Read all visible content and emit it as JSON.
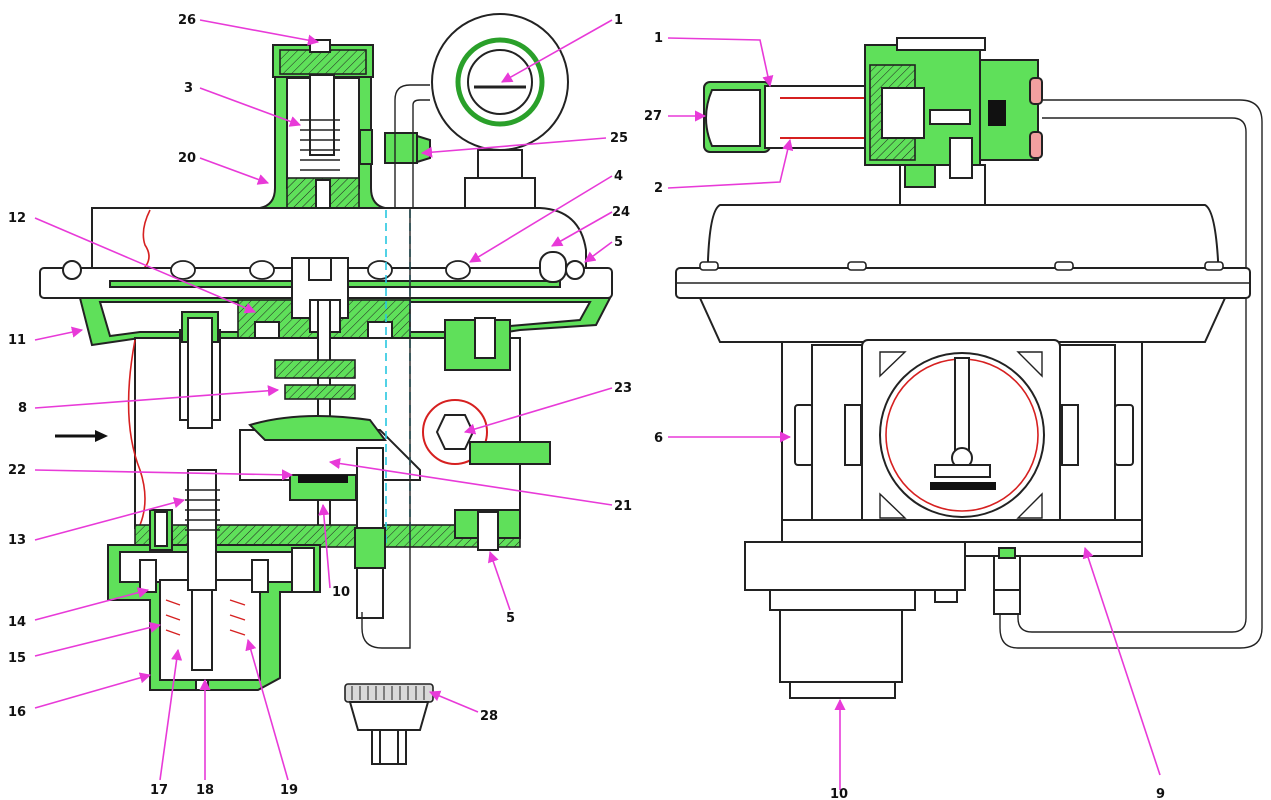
{
  "labels": {
    "left": [
      {
        "id": "26",
        "text": "26"
      },
      {
        "id": "1",
        "text": "1"
      },
      {
        "id": "3",
        "text": "3"
      },
      {
        "id": "25",
        "text": "25"
      },
      {
        "id": "20",
        "text": "20"
      },
      {
        "id": "4",
        "text": "4"
      },
      {
        "id": "24",
        "text": "24"
      },
      {
        "id": "12",
        "text": "12"
      },
      {
        "id": "5a",
        "text": "5"
      },
      {
        "id": "11",
        "text": "11"
      },
      {
        "id": "23",
        "text": "23"
      },
      {
        "id": "8",
        "text": "8"
      },
      {
        "id": "22",
        "text": "22"
      },
      {
        "id": "21",
        "text": "21"
      },
      {
        "id": "13",
        "text": "13"
      },
      {
        "id": "10a",
        "text": "10"
      },
      {
        "id": "5b",
        "text": "5"
      },
      {
        "id": "14",
        "text": "14"
      },
      {
        "id": "15",
        "text": "15"
      },
      {
        "id": "16",
        "text": "16"
      },
      {
        "id": "28",
        "text": "28"
      },
      {
        "id": "17",
        "text": "17"
      },
      {
        "id": "18",
        "text": "18"
      },
      {
        "id": "19",
        "text": "19"
      }
    ],
    "right": [
      {
        "id": "1r",
        "text": "1"
      },
      {
        "id": "27",
        "text": "27"
      },
      {
        "id": "2",
        "text": "2"
      },
      {
        "id": "6",
        "text": "6"
      },
      {
        "id": "10b",
        "text": "10"
      },
      {
        "id": "9",
        "text": "9"
      }
    ]
  },
  "colors": {
    "section": "#5fe05a",
    "leader": "#e83ad8",
    "outline": "#222222",
    "cut_line": "#d62020",
    "axis": "#27c7e0"
  }
}
